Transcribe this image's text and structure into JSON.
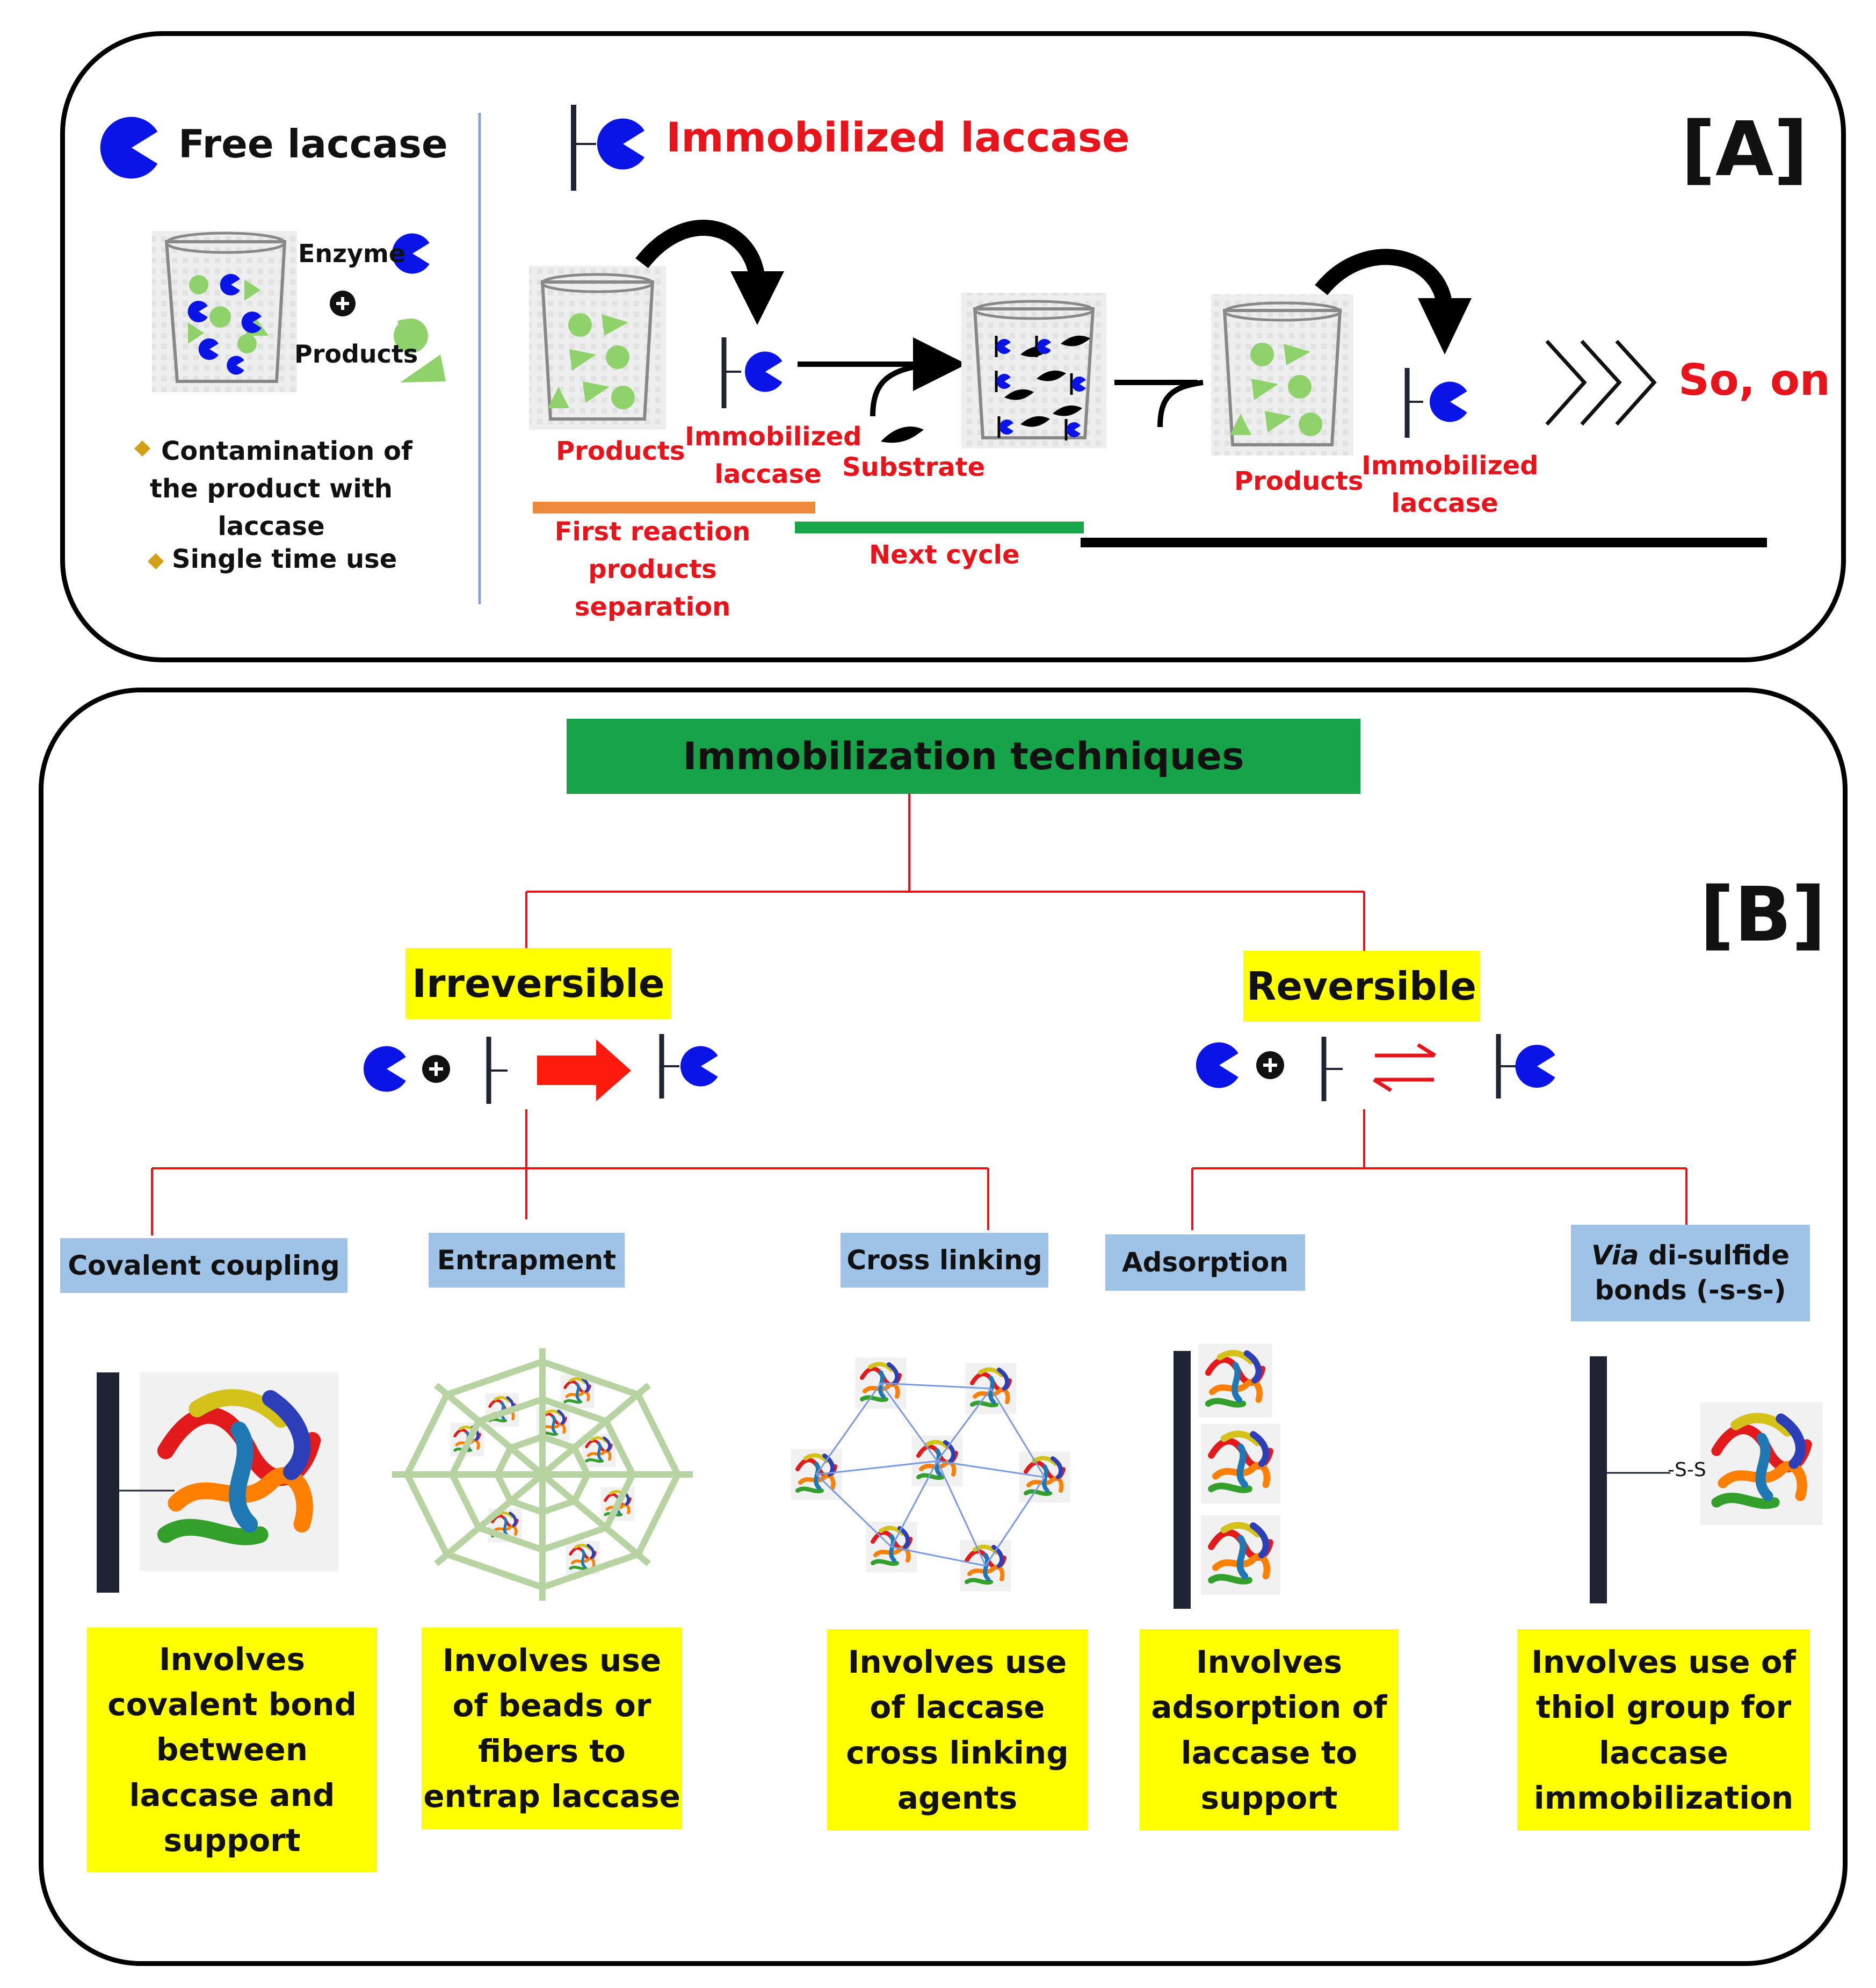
{
  "panel_a": {
    "label": "[A]",
    "free_laccase": "Free laccase",
    "enzyme": "Enzyme",
    "products": "Products",
    "notes": [
      "Contamination of",
      "the product with",
      "laccase",
      "Single time use"
    ],
    "immobilized_laccase": "Immobilized laccase",
    "step_products_1": "Products",
    "step_immobilized_1": [
      "Immobilized",
      "laccase"
    ],
    "substrate": "Substrate",
    "step_products_2": "Products",
    "step_immobilized_2": [
      "Immobilized",
      "laccase"
    ],
    "so_on": "So, on",
    "first_reaction": [
      "First reaction",
      "products",
      "separation"
    ],
    "next_cycle": "Next cycle"
  },
  "panel_b": {
    "label": "[B]",
    "title": "Immobilization techniques",
    "irreversible": "Irreversible",
    "reversible": "Reversible",
    "methods": {
      "covalent": "Covalent coupling",
      "entrapment": "Entrapment",
      "cross_linking": "Cross linking",
      "adsorption": "Adsorption",
      "disulfide_via": "Via",
      "disulfide_rest": " di-sulfide",
      "disulfide_line2": "bonds (-s-s-)"
    },
    "ss_label": "-S-S",
    "descriptions": {
      "covalent": [
        "Involves",
        "covalent bond",
        "between",
        "laccase and",
        "support"
      ],
      "entrapment": [
        "Involves use",
        "of beads or",
        "fibers to",
        "entrap laccase"
      ],
      "cross_linking": [
        "Involves use",
        "of laccase",
        "cross linking",
        "agents"
      ],
      "adsorption": [
        "Involves",
        "adsorption of",
        "laccase to",
        "support"
      ],
      "disulfide": [
        "Involves use of",
        "thiol group for",
        "laccase",
        "immobilization"
      ]
    }
  },
  "colors": {
    "enzyme_blue": "#0a14e6",
    "product_green": "#8fd16a",
    "accent_red": "#e8141b",
    "title_green": "#16a34a",
    "label_yellow": "#ffff00",
    "method_blue": "#9ec3e6",
    "bar_orange": "#ee8a3c",
    "bar_green": "#18a84a"
  }
}
